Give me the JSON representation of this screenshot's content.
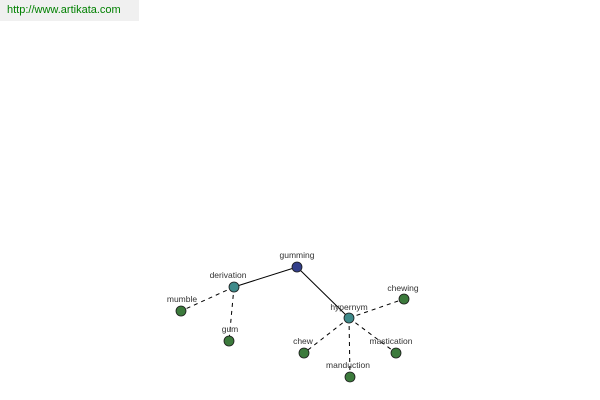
{
  "source": {
    "url_text": "http://www.artikata.com"
  },
  "colors": {
    "root_node": "#333f8a",
    "relation_node": "#3e8a8a",
    "leaf_node": "#3c7a3c",
    "banner_bg": "#f0f0f0",
    "link_text": "#008000",
    "edge": "#000000"
  },
  "graph": {
    "root": {
      "id": "gumming",
      "label": "gumming"
    },
    "relations": [
      {
        "id": "derivation",
        "label": "derivation",
        "parent": "gumming"
      },
      {
        "id": "hypernym",
        "label": "hypernym",
        "parent": "gumming"
      }
    ],
    "leaves": [
      {
        "id": "mumble",
        "label": "mumble",
        "parent": "derivation"
      },
      {
        "id": "gum",
        "label": "gum",
        "parent": "derivation"
      },
      {
        "id": "chewing",
        "label": "chewing",
        "parent": "hypernym"
      },
      {
        "id": "chew",
        "label": "chew",
        "parent": "hypernym"
      },
      {
        "id": "mastication",
        "label": "mastication",
        "parent": "hypernym"
      },
      {
        "id": "manduction",
        "label": "manduction",
        "parent": "hypernym"
      }
    ]
  }
}
